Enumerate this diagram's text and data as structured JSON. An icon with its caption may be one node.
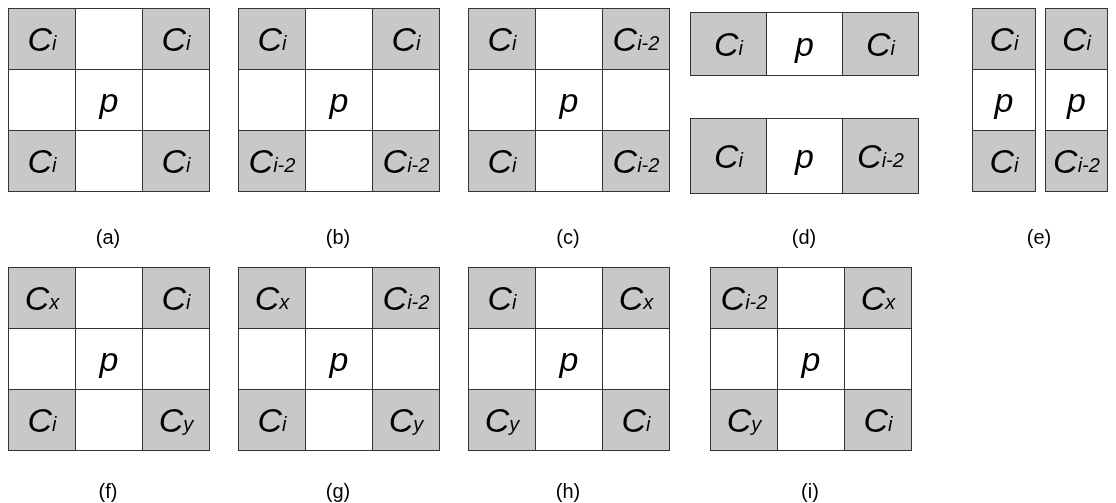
{
  "diagram": {
    "labels": [
      "C$_{i}$",
      "C$_{i}$",
      "p",
      "C$_{i}$",
      "C$_{i}$",
      "(a)",
      "C$_{i}$",
      "C$_{i}$",
      "p",
      "C$_{i-2}$",
      "C$_{i-2}$",
      "(b)",
      "C$_{i}$",
      "C$_{i-2}$",
      "p",
      "C$_{i}$",
      "C$_{i-2}$",
      "(c)",
      "C$_{i}$",
      "p",
      "C$_{i}$",
      "C$_{i}$",
      "p",
      "C$_{i-2}$",
      "(d)",
      "C$_{i}$",
      "p",
      "C$_{i}$",
      "C$_{i}$",
      "p",
      "C$_{i-2}$",
      "(e)",
      "C$_{x}$",
      "C$_{i}$",
      "p",
      "C$_{i}$",
      "C$_{y}$",
      "(f)",
      "C$_{x}$",
      "C$_{i-2}$",
      "p",
      "C$_{i}$",
      "C$_{y}$",
      "(g)",
      "C$_{i}$",
      "C$_{x}$",
      "p",
      "C$_{y}$",
      "C$_{i}$",
      "(h)",
      "C$_{i-2}$",
      "C$_{x}$",
      "p",
      "C$_{y}$",
      "C$_{i}$",
      "(i)"
    ]
  }
}
